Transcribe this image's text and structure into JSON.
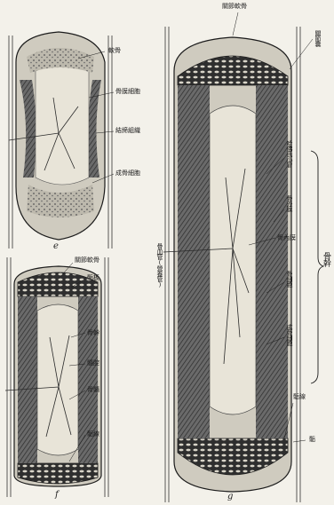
{
  "figures": [
    {
      "id": "e",
      "subscript": "e",
      "labels": [
        "軟骨",
        "骨膜細胞",
        "結締組織",
        "成骨細胞"
      ]
    },
    {
      "id": "f",
      "subscript": "f",
      "labels": [
        "關節軟骨",
        "骺板",
        "骨幹",
        "髓腔",
        "骨髓",
        "骺線"
      ]
    },
    {
      "id": "g",
      "subscript": "g",
      "labels": [
        "關節軟骨",
        "關節囊",
        "哈佛氏小管",
        "骨外膜",
        "骨內膜",
        "骨細胞",
        "成骨細胞",
        "骨幹",
        "骺線",
        "骺",
        "骨血管(營養管)"
      ]
    }
  ],
  "colors": {
    "ink": "#1c1c1c",
    "paper": "#f3f1ea",
    "cortex": "#5b5b5b",
    "medulla": "#e2ded2"
  }
}
